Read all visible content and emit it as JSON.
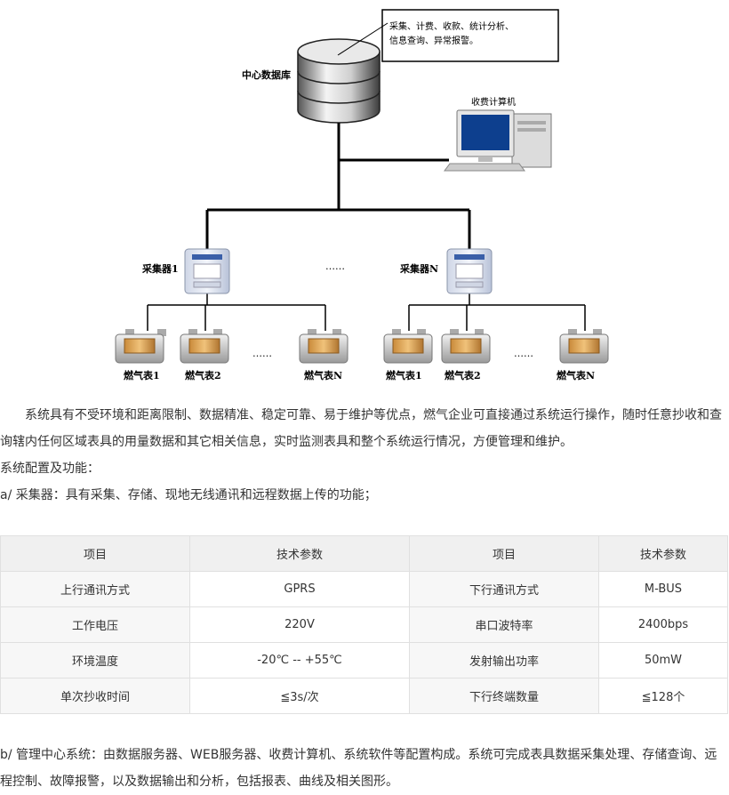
{
  "diagram": {
    "db_label": "中心数据库",
    "callout_line1": "采集、计费、收款、统计分析、",
    "callout_line2": "信息查询、异常报警。",
    "pc_label": "收费计算机",
    "collector1_label": "采集器1",
    "collectorN_label": "采集器N",
    "mid_dots": "……",
    "meter_dots_left": "……",
    "meter_dots_right": "……",
    "meter1_left": "燃气表1",
    "meter2_left": "燃气表2",
    "meterN_left": "燃气表N",
    "meter1_right": "燃气表1",
    "meter2_right": "燃气表2",
    "meterN_right": "燃气表N"
  },
  "text": {
    "intro": "系统具有不受环境和距离限制、数据精准、稳定可靠、易于维护等优点，燃气企业可直接通过系统运行操作，随时任意抄收和查询辖内任何区域表具的用量数据和其它相关信息，实时监测表具和整个系统运行情况，方便管理和维护。",
    "config_heading": "系统配置及功能：",
    "collector_desc": "a/ 采集器：具有采集、存储、现地无线通讯和远程数据上传的功能；",
    "center_desc": "b/ 管理中心系统：由数据服务器、WEB服务器、收费计算机、系统软件等配置构成。系统可完成表具数据采集处理、存储查询、远程控制、故障报警，以及数据输出和分析，包括报表、曲线及相关图形。"
  },
  "table": {
    "headers": [
      "项目",
      "技术参数",
      "项目",
      "技术参数"
    ],
    "rows": [
      [
        "上行通讯方式",
        "GPRS",
        "下行通讯方式",
        "M-BUS"
      ],
      [
        "工作电压",
        "220V",
        "串口波特率",
        "2400bps"
      ],
      [
        "环境温度",
        "-20℃ -- +55℃",
        "发射输出功率",
        "50mW"
      ],
      [
        "单次抄收时间",
        "≦3s/次",
        "下行终端数量",
        "≦128个"
      ]
    ]
  }
}
